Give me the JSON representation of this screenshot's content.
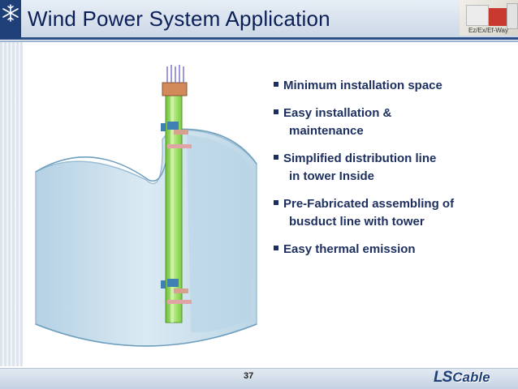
{
  "header": {
    "title": "Wind Power System Application",
    "product_label": "Ez/Ex/Ef-Way"
  },
  "bullets": [
    {
      "line1": "Minimum installation space",
      "line2": ""
    },
    {
      "line1": "Easy installation &",
      "line2": "maintenance"
    },
    {
      "line1": "Simplified distribution line",
      "line2": "in tower Inside"
    },
    {
      "line1": "Pre-Fabricated assembling of",
      "line2": "busduct line with tower"
    },
    {
      "line1": "Easy thermal emission",
      "line2": ""
    }
  ],
  "footer": {
    "page_number": "37",
    "brand_ls": "LS",
    "brand_cable": "Cable"
  },
  "colors": {
    "title": "#0b1f57",
    "accent": "#2a4f86",
    "busduct": "#8fd15b",
    "tower": "#9ec4dd"
  },
  "icons": [
    "snowflake-icon"
  ]
}
